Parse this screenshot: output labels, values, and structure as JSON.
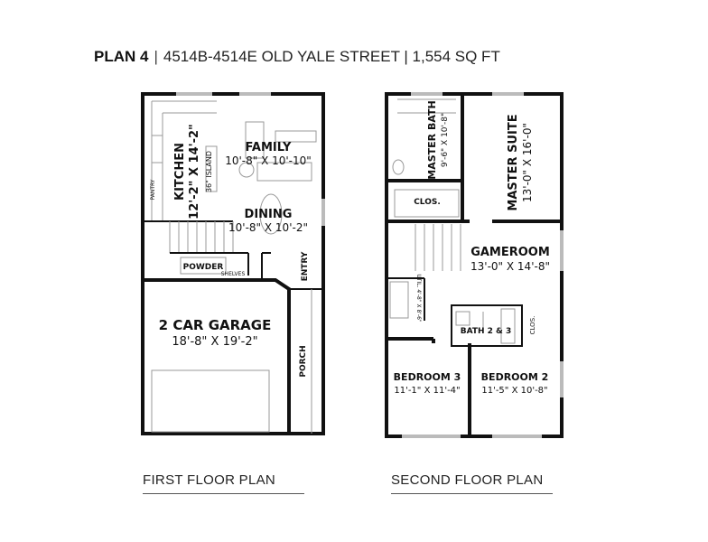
{
  "header": {
    "plan": "PLAN 4",
    "separator": "|",
    "address": "4514B-4514E OLD YALE STREET | 1,554 SQ FT"
  },
  "first_floor": {
    "caption": "FIRST FLOOR PLAN",
    "rooms": {
      "kitchen": {
        "name": "KITCHEN",
        "size": "12'-2\" X 14'-2\""
      },
      "island": "36\" ISLAND",
      "pantry": "PANTRY",
      "family": {
        "name": "FAMILY",
        "size": "10'-8\" X 10'-10\""
      },
      "dining": {
        "name": "DINING",
        "size": "10'-8\" X 10'-2\""
      },
      "powder": "POWDER",
      "shelves": "SHELVES",
      "entry": "ENTRY",
      "garage": {
        "name": "2 CAR GARAGE",
        "size": "18'-8\" X 19'-2\""
      },
      "porch": "PORCH"
    }
  },
  "second_floor": {
    "caption": "SECOND FLOOR PLAN",
    "rooms": {
      "master_bath": {
        "name": "MASTER BATH",
        "size": "9'-6\" X 10'-8\""
      },
      "master_suite": {
        "name": "MASTER SUITE",
        "size": "13'-0\" X 16'-0\""
      },
      "closet": "CLOS.",
      "gameroom": {
        "name": "GAMEROOM",
        "size": "13'-0\" X 14'-8\""
      },
      "util": "UTIL. 4'-8\" X 8'-6\"",
      "bath23": "BATH 2 & 3",
      "clos2": "CLOS.",
      "bedroom3": {
        "name": "BEDROOM 3",
        "size": "11'-1\" X 11'-4\""
      },
      "bedroom2": {
        "name": "BEDROOM 2",
        "size": "11'-5\" X 10'-8\""
      }
    }
  }
}
